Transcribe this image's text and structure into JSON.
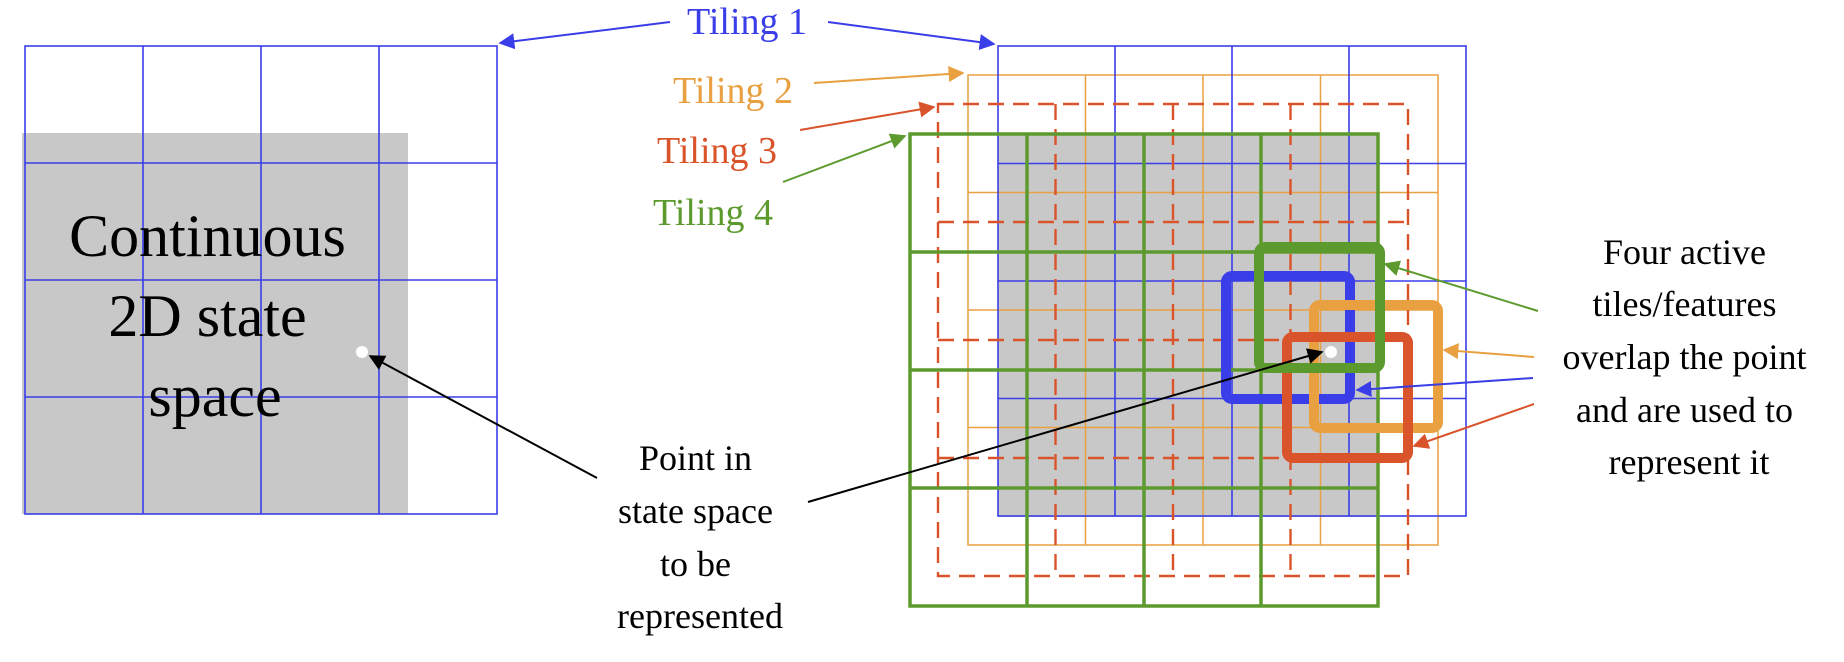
{
  "labels": {
    "tiling1": "Tiling 1",
    "tiling2": "Tiling 2",
    "tiling3": "Tiling 3",
    "tiling4": "Tiling 4",
    "state_space": [
      "Continuous",
      "2D state",
      "space"
    ],
    "point": [
      "Point in",
      "state space",
      "to be",
      "represented"
    ],
    "active": [
      "Four active",
      "tiles/features",
      "overlap the point",
      "and are used to",
      "represent it"
    ]
  },
  "colors": {
    "tiling1": "#3a3ee8",
    "tiling2": "#e8a040",
    "tiling3": "#d9542b",
    "tiling4": "#5d9a2e",
    "state_space": "#c8c8c8",
    "text": "#000000"
  },
  "tilings": {
    "count": 4,
    "grid_cells": 4,
    "tiling3_dashed": true
  }
}
